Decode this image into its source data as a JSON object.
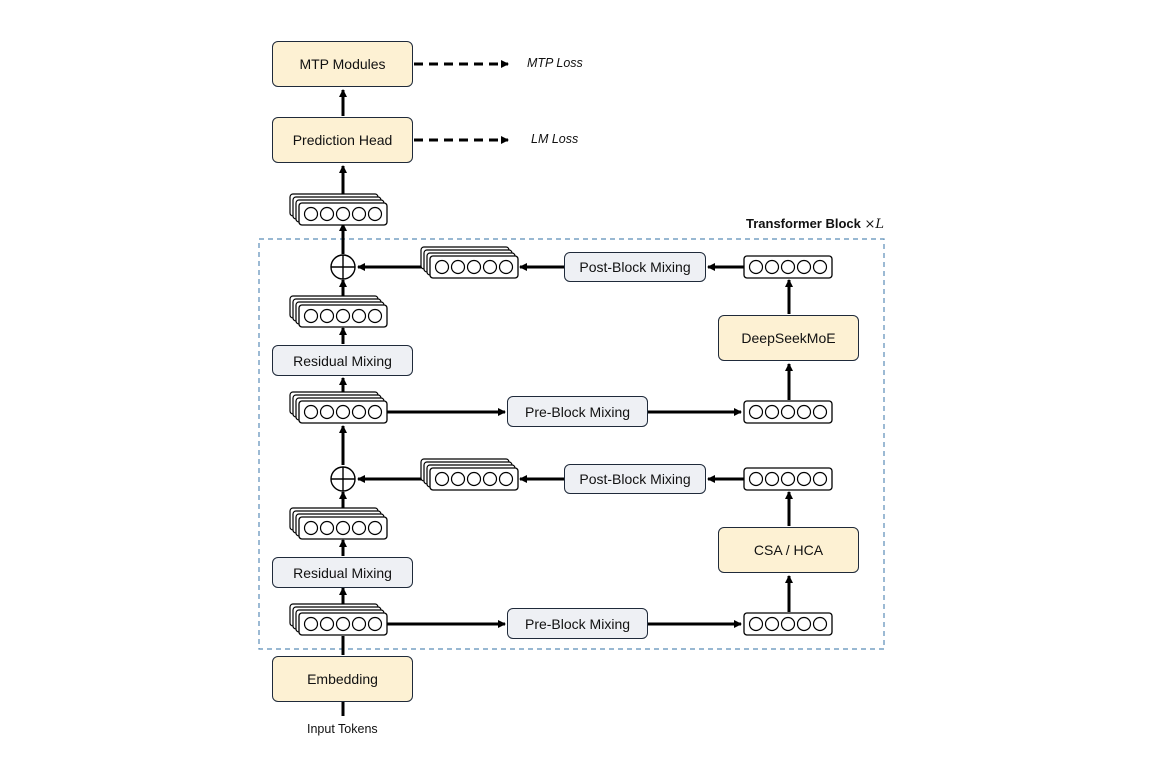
{
  "nodes": {
    "mtp_modules": "MTP Modules",
    "prediction_head": "Prediction Head",
    "residual_mixing_top": "Residual Mixing",
    "residual_mixing_bottom": "Residual Mixing",
    "post_block_mixing_top": "Post-Block Mixing",
    "post_block_mixing_bottom": "Post-Block Mixing",
    "pre_block_mixing_top": "Pre-Block Mixing",
    "pre_block_mixing_bottom": "Pre-Block Mixing",
    "deepseekmoe": "DeepSeekMoE",
    "csa_hca": "CSA / HCA",
    "embedding": "Embedding"
  },
  "labels": {
    "mtp_loss": "MTP Loss",
    "lm_loss": "LM Loss",
    "input_tokens": "Input Tokens",
    "transformer_block": "Transformer Block",
    "transformer_block_mult": "×L"
  },
  "colors": {
    "yellow_box": "#fdf1d3",
    "gray_box": "#eef0f4",
    "border": "#1f2a3a",
    "dashed_frame": "#5b8db8"
  }
}
